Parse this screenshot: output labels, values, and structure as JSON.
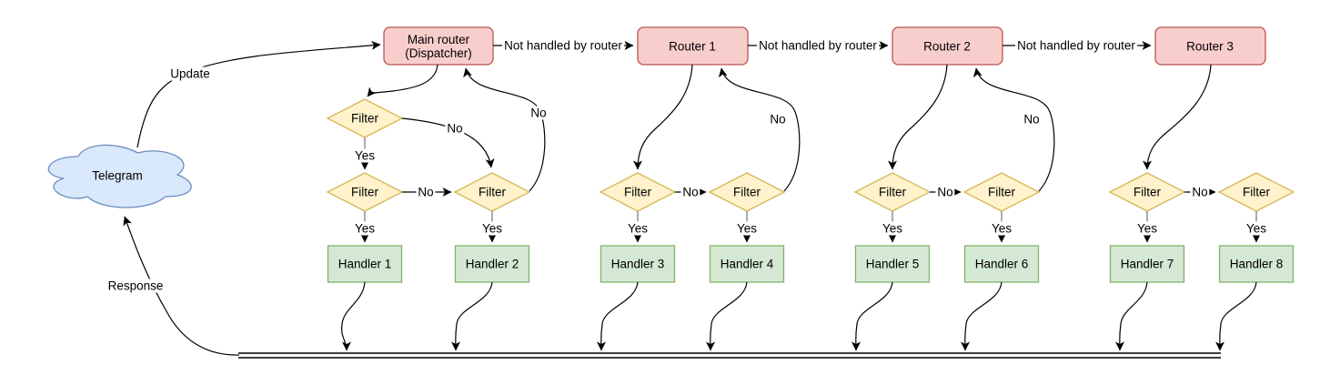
{
  "cloud": {
    "label": "Telegram"
  },
  "routers": [
    {
      "line1": "Main router",
      "line2": "(Dispatcher)"
    },
    {
      "label": "Router 1"
    },
    {
      "label": "Router 2"
    },
    {
      "label": "Router 3"
    }
  ],
  "filter_label": "Filter",
  "handlers": [
    "Handler 1",
    "Handler 2",
    "Handler 3",
    "Handler 4",
    "Handler 5",
    "Handler 6",
    "Handler 7",
    "Handler 8"
  ],
  "edge_labels": {
    "update": "Update",
    "response": "Response",
    "not_handled": "Not handled by router",
    "yes": "Yes",
    "no": "No"
  },
  "colors": {
    "router_fill": "#f8cecc",
    "router_stroke": "#b85450",
    "filter_fill": "#fff2cc",
    "filter_stroke": "#d6b656",
    "handler_fill": "#d5e8d4",
    "handler_stroke": "#82b366",
    "cloud_fill": "#dae8fc",
    "cloud_stroke": "#6c8ebf",
    "edge_color": "#000000"
  }
}
